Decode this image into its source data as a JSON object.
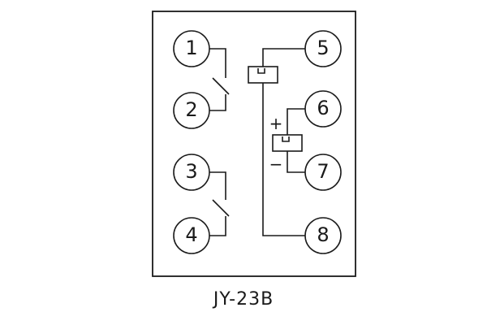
{
  "pins": [
    {
      "id": "1",
      "label": "1"
    },
    {
      "id": "2",
      "label": "2"
    },
    {
      "id": "3",
      "label": "3"
    },
    {
      "id": "4",
      "label": "4"
    },
    {
      "id": "5",
      "label": "5"
    },
    {
      "id": "6",
      "label": "6"
    },
    {
      "id": "7",
      "label": "7"
    },
    {
      "id": "8",
      "label": "8"
    }
  ],
  "polarity": {
    "plus": "+",
    "minus": "−"
  },
  "model": "JY-23B",
  "colors": {
    "line": "#1a1a1a",
    "background": "#ffffff"
  }
}
